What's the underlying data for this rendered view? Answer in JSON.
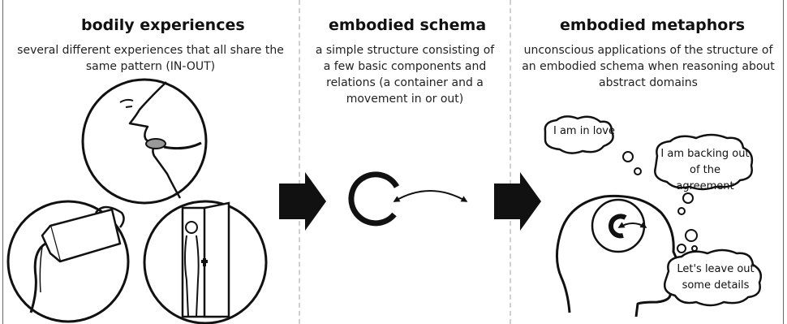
{
  "panels": [
    {
      "title": "bodily experiences",
      "description": "several different experiences that all share the same pattern (IN-OUT)",
      "illustrations": [
        "eating-with-spoon",
        "pouring-from-carton",
        "person-leaving-through-door"
      ]
    },
    {
      "title": "embodied schema",
      "description": "a simple structure consisting of a few basic components and relations (a container and a movement in or out)"
    },
    {
      "title": "embodied metaphors",
      "description": "unconscious applications of the structure of an embodied schema when reasoning about abstract domains",
      "thoughts": [
        "I am in love",
        "I am backing out of the agreement",
        "Let's leave out some details"
      ]
    }
  ],
  "colors": {
    "ink": "#111111",
    "divider": "#cfcfcf",
    "background": "#ffffff"
  }
}
